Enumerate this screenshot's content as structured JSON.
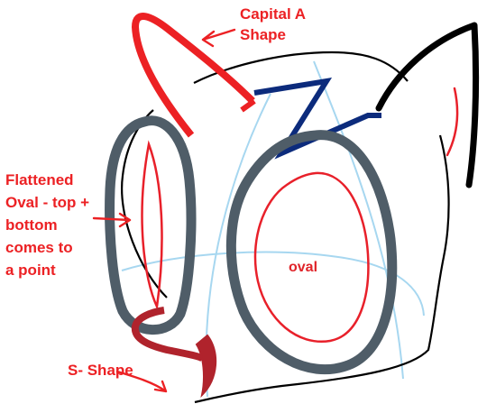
{
  "annotations": {
    "capital_a": {
      "line1": "Capital A",
      "line2": "Shape"
    },
    "flattened_oval": {
      "line1": "Flattened",
      "line2": "Oval - top +",
      "line3": "bottom",
      "line4": "comes to",
      "line5": "a point"
    },
    "oval": {
      "text": "oval"
    },
    "s_shape": {
      "text": "S- Shape"
    }
  },
  "colors": {
    "annotation_red": "#ec2124",
    "guide_red": "#e8202a",
    "eye_outline": "#4f5d68",
    "mane_blue": "#0c2b7c",
    "ear_outline": "#000000",
    "guide_blue": "#a7d7f0",
    "s_shape_red": "#b0232c"
  }
}
